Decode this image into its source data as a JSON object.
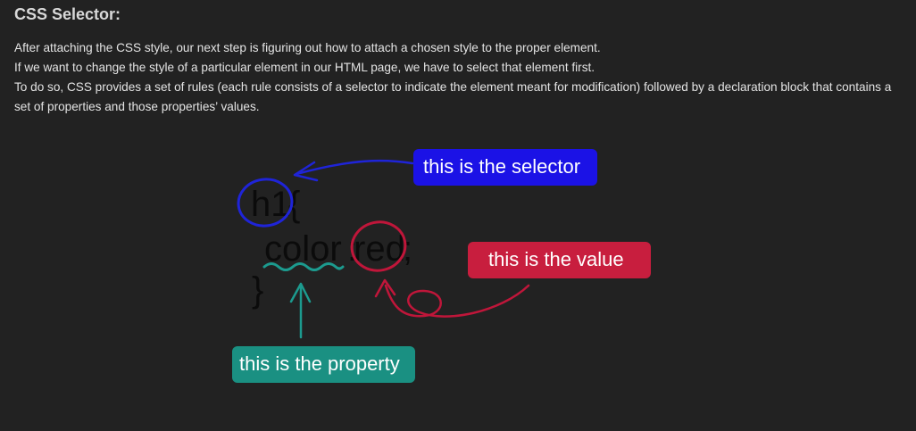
{
  "section": {
    "title": "CSS Selector:",
    "paragraphs": [
      "After attaching the CSS style, our next step is figuring out how to attach a chosen style to the proper element.",
      "If we want to change the style of a particular element in our HTML page, we have to select that element first.",
      "To do so, CSS provides a set of rules (each rule consists of a selector to indicate the element meant for modification) followed by a declaration block that contains a set of properties and those properties’ values."
    ]
  },
  "diagram": {
    "code": {
      "selector": "h1",
      "open_brace": "{",
      "property": "color",
      "colon": ":",
      "value": "red",
      "semicolon": ";",
      "close_brace": "}"
    },
    "labels": {
      "selector": "this is the selector",
      "value": "this is the value",
      "property": "this is the property"
    },
    "colors": {
      "selector": "#1b12e6",
      "value": "#c81e3e",
      "property": "#1a9082",
      "selector_circle": "#1f24d8",
      "value_circle": "#c0163a",
      "property_wave": "#1c9b8f"
    }
  }
}
